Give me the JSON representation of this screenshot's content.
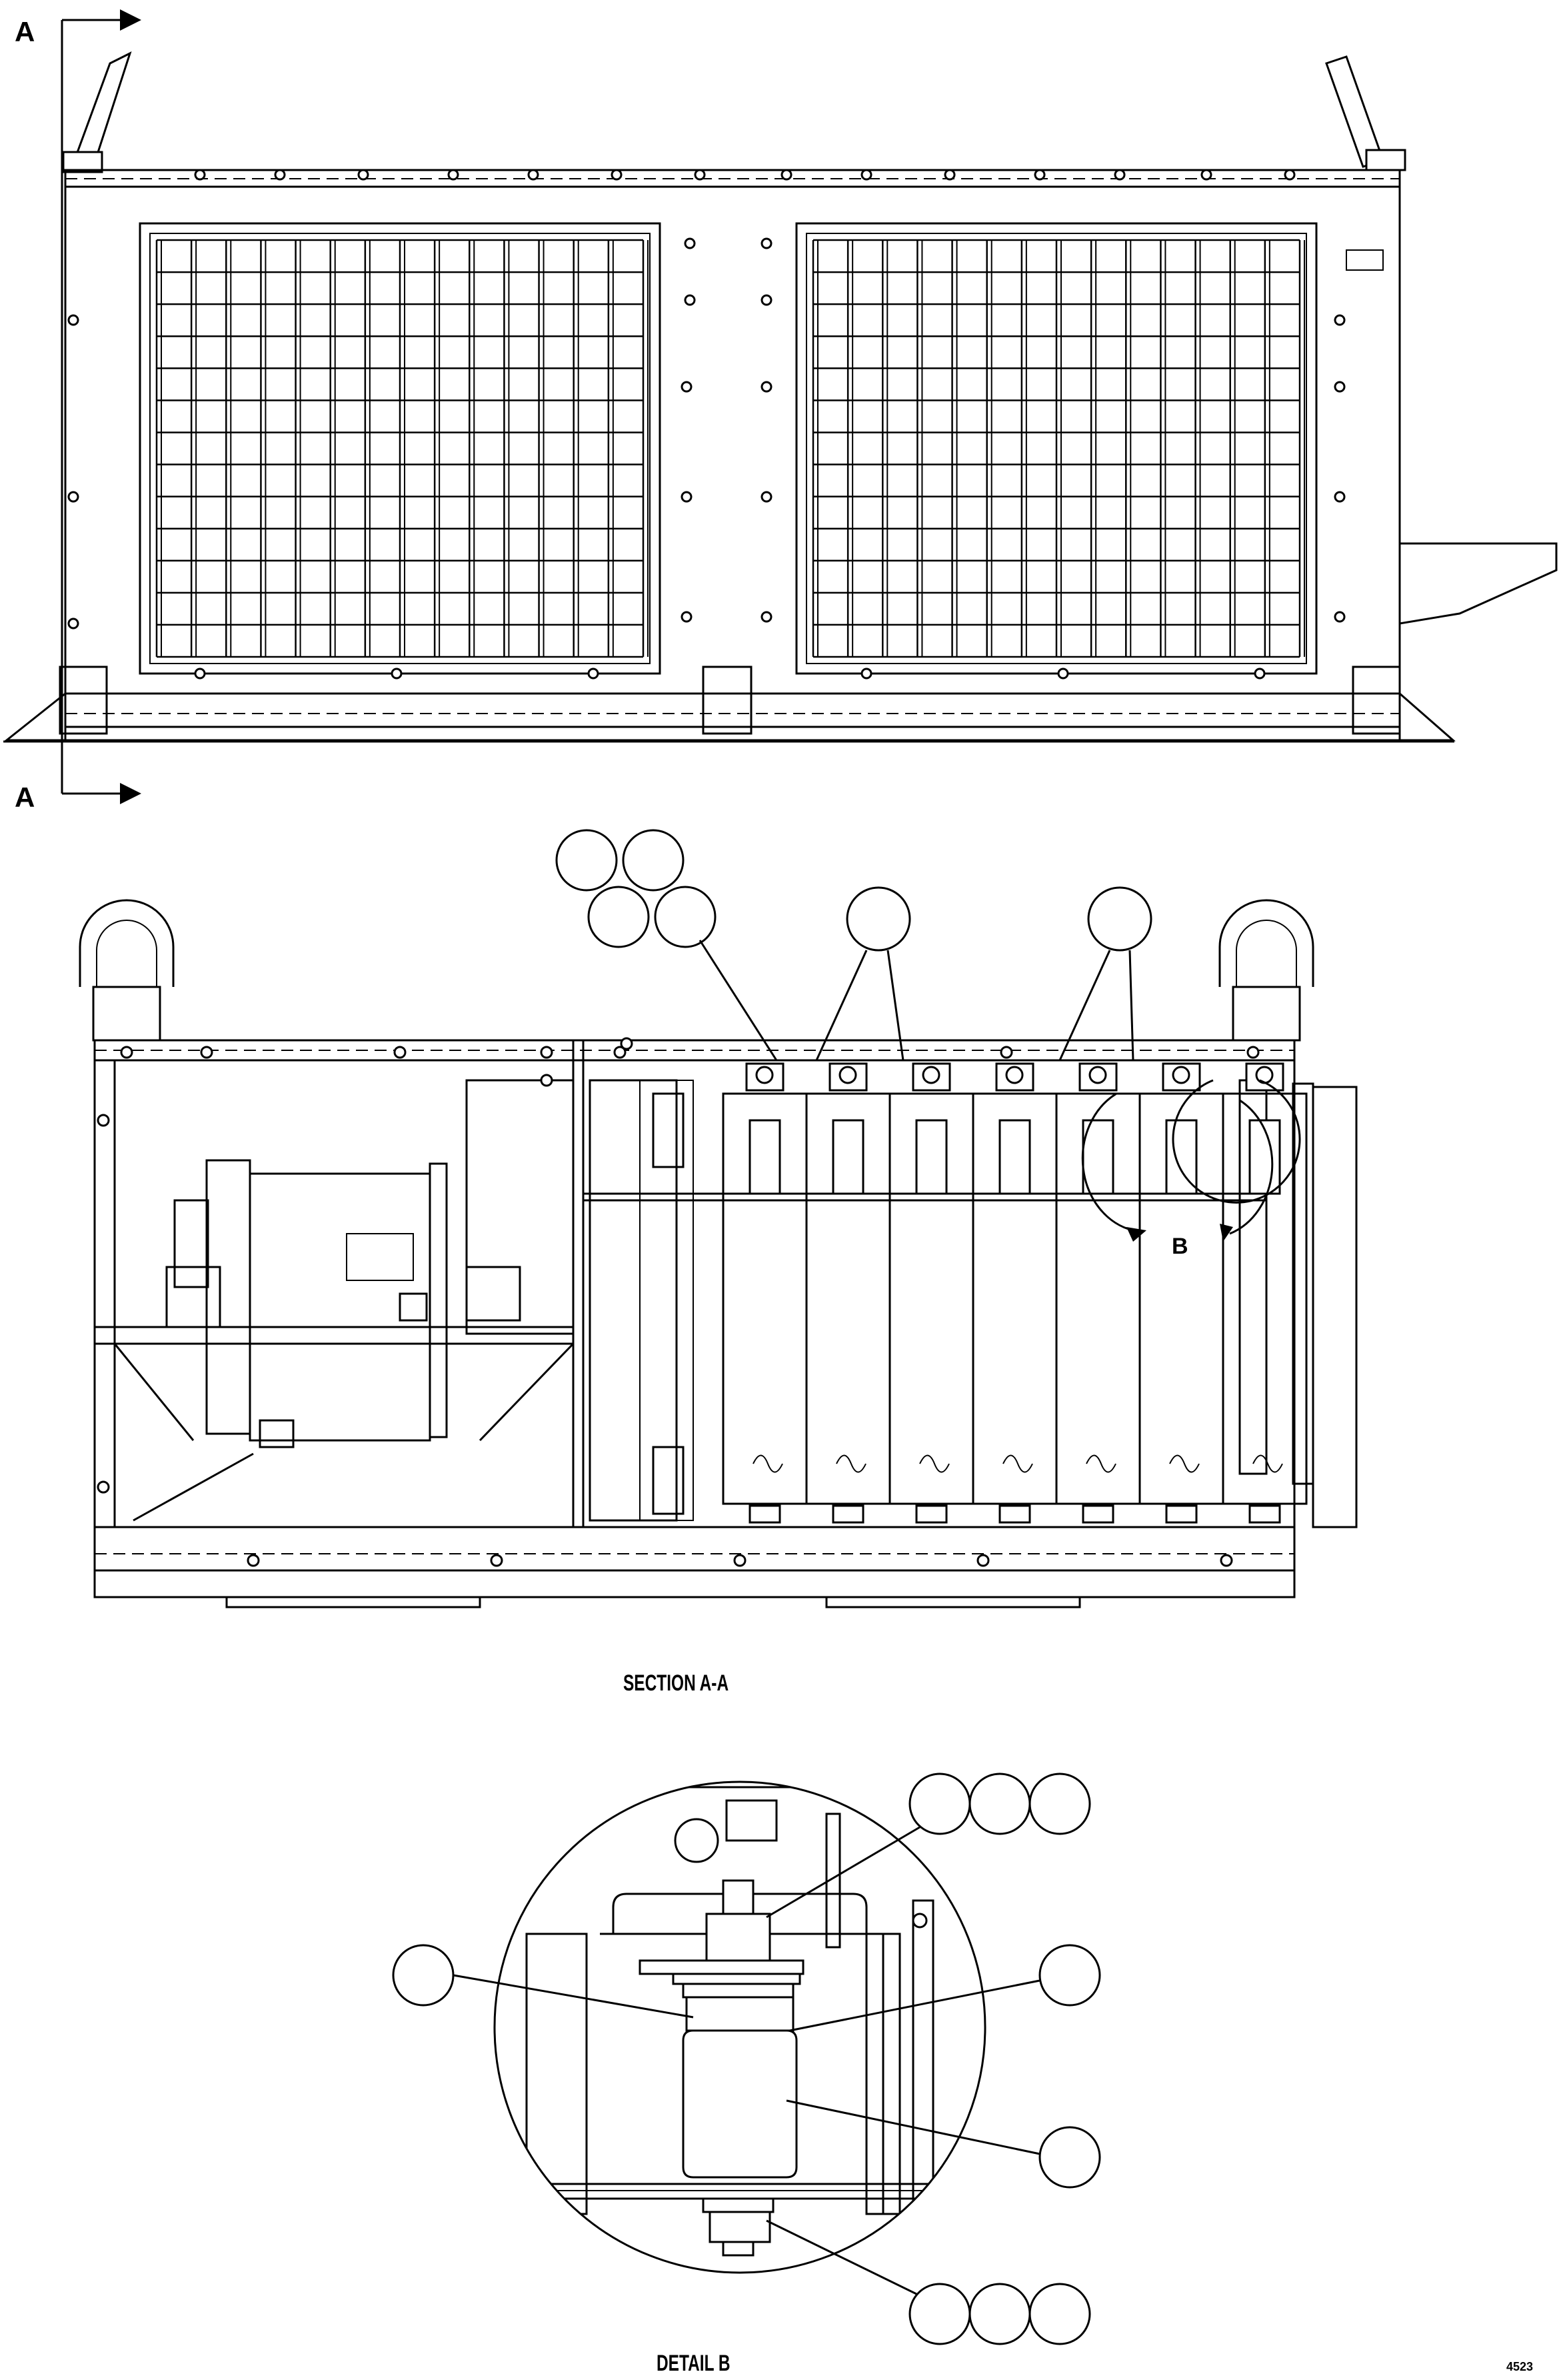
{
  "labels": {
    "section_marker_top": "A",
    "section_marker_bottom": "A",
    "detail_marker": "B",
    "section_caption": "SECTION A-A",
    "detail_caption": "DETAIL B",
    "figure_code": "4523"
  }
}
